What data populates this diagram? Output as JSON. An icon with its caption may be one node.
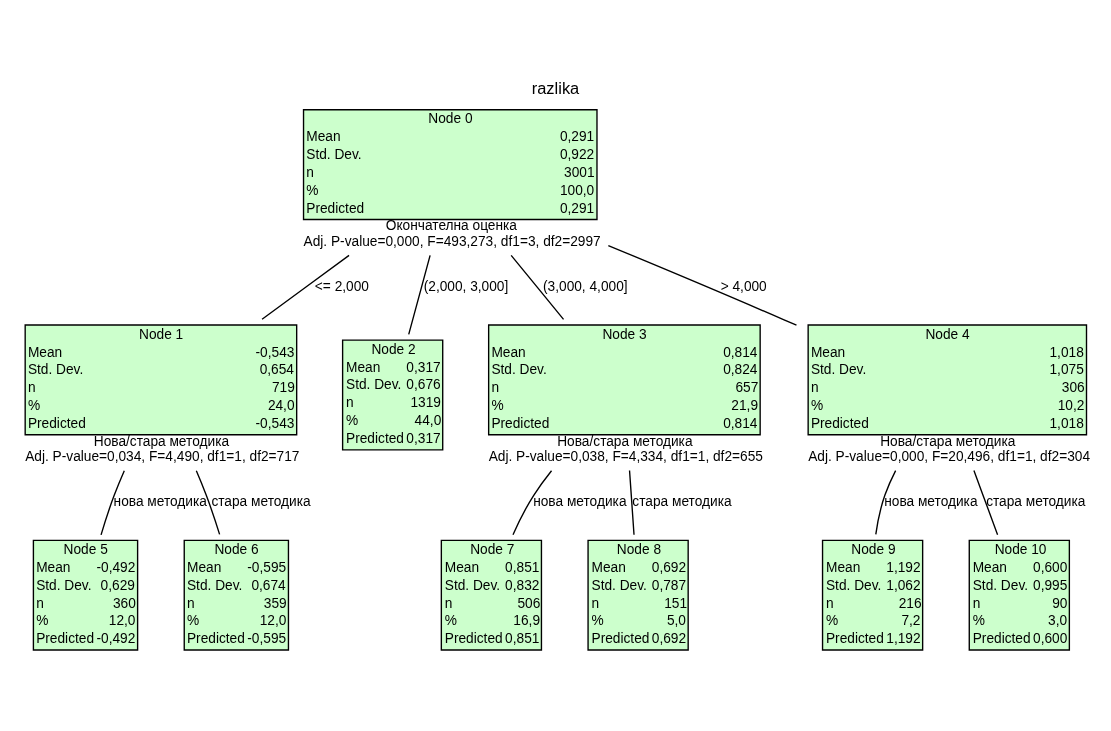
{
  "diagram": {
    "title": "razlika",
    "nodes": [
      {
        "text": [
          "Node 0",
          "Mean",
          "0,291",
          "Std. Dev.",
          "0,922",
          "n",
          "3001",
          "%",
          "100,0",
          "Predicted",
          "0,291"
        ],
        "beside": [
          "Окончателна оценка",
          "Adj. P-value=0,000, F=493,273, df1=3, df2=2997"
        ]
      },
      {
        "text": [
          "Node 1",
          "Mean",
          "-0,543",
          "Std. Dev.",
          "0,654",
          "n",
          "719",
          "%",
          "24,0",
          "Predicted",
          "-0,543"
        ],
        "beside": [
          "Нова/стара методика",
          "Adj. P-value=0,034, F=4,490, df1=1, df2=717"
        ]
      },
      {
        "text": [
          "Node 2",
          "Mean",
          "0,317",
          "Std. Dev.",
          "0,676",
          "n",
          "1319",
          "%",
          "44,0",
          "Predicted",
          "0,317"
        ]
      },
      {
        "text": [
          "Node 3",
          "Mean",
          "0,814",
          "Std. Dev.",
          "0,824",
          "n",
          "657",
          "%",
          "21,9",
          "Predicted",
          "0,814"
        ],
        "beside": [
          "Нова/стара методика",
          "Adj. P-value=0,038, F=4,334, df1=1, df2=655"
        ]
      },
      {
        "text": [
          "Node 4",
          "Mean",
          "1,018",
          "Std. Dev.",
          "1,075",
          "n",
          "306",
          "%",
          "10,2",
          "Predicted",
          "1,018"
        ],
        "beside": [
          "Нова/стара методика",
          "Adj. P-value=0,000, F=20,496, df1=1, df2=304"
        ]
      },
      {
        "text": [
          "Node 5",
          "Mean",
          "-0,492",
          "Std. Dev.",
          "0,629",
          "n",
          "360",
          "%",
          "12,0",
          "Predicted",
          "-0,492"
        ]
      },
      {
        "text": [
          "Node 6",
          "Mean",
          "-0,595",
          "Std. Dev.",
          "0,674",
          "n",
          "359",
          "%",
          "12,0",
          "Predicted",
          "-0,595"
        ]
      },
      {
        "text": [
          "Node 7",
          "Mean",
          "0,851",
          "Std. Dev.",
          "0,832",
          "n",
          "506",
          "%",
          "16,9",
          "Predicted",
          "0,851"
        ]
      },
      {
        "text": [
          "Node 8",
          "Mean",
          "0,692",
          "Std. Dev.",
          "0,787",
          "n",
          "151",
          "%",
          "5,0",
          "Predicted",
          "0,692"
        ]
      },
      {
        "text": [
          "Node 9",
          "Mean",
          "1,192",
          "Std. Dev.",
          "1,062",
          "n",
          "216",
          "%",
          "7,2",
          "Predicted",
          "1,192"
        ]
      },
      {
        "text": [
          "Node 10",
          "Mean",
          "0,600",
          "Std. Dev.",
          "0,995",
          "n",
          "90",
          "%",
          "3,0",
          "Predicted",
          "0,600"
        ]
      }
    ],
    "edges": [
      {
        "from": 0,
        "to": 1,
        "arrow": "none",
        "label": "<= 2,000"
      },
      {
        "from": 0,
        "to": 2,
        "arrow": "none",
        "label": "(2,000, 3,000]"
      },
      {
        "from": 0,
        "to": 3,
        "arrow": "none",
        "label": "(3,000, 4,000]"
      },
      {
        "from": 0,
        "to": 4,
        "arrow": "none",
        "label": "> 4,000"
      },
      {
        "from": 1,
        "to": 5,
        "arrow": "none",
        "label": "нова методика"
      },
      {
        "from": 1,
        "to": 6,
        "arrow": "none",
        "label": "стара методика"
      },
      {
        "from": 3,
        "to": 7,
        "arrow": "none",
        "label": "нова методика"
      },
      {
        "from": 3,
        "to": 8,
        "arrow": "none",
        "label": "стара методика"
      },
      {
        "from": 4,
        "to": 9,
        "arrow": "none",
        "label": "нова методика"
      },
      {
        "from": 4,
        "to": 10,
        "arrow": "none",
        "label": "стара методика"
      }
    ]
  }
}
